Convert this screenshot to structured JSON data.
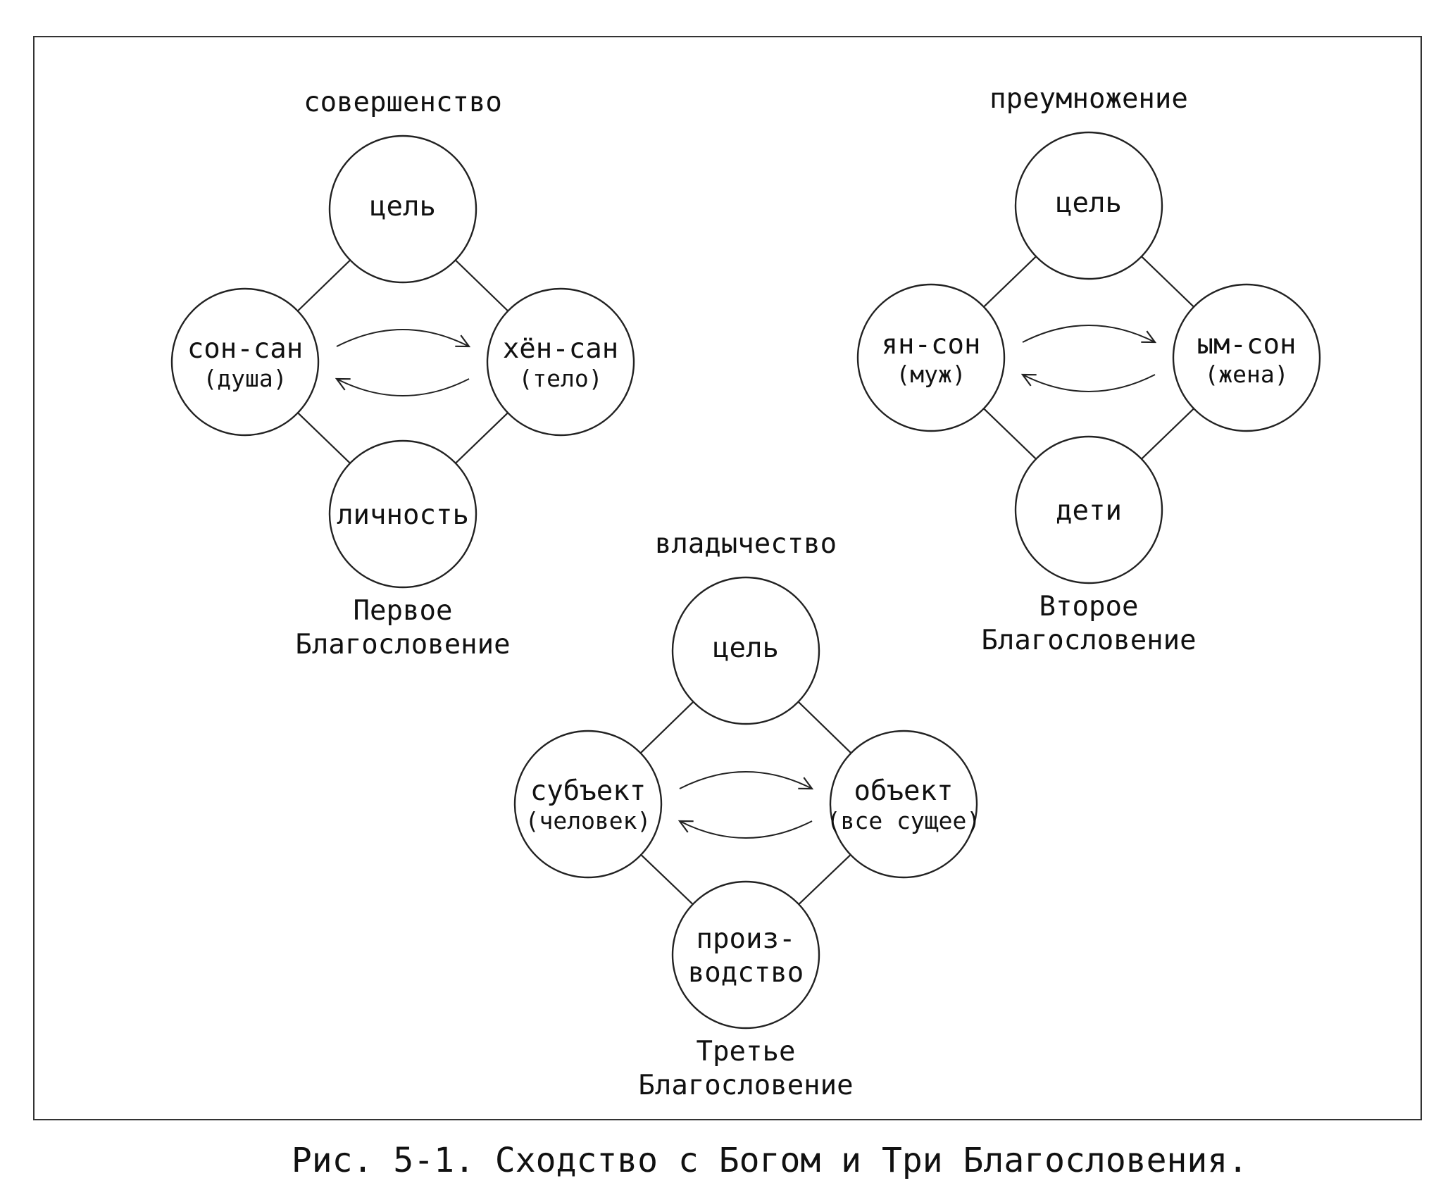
{
  "diagrams": [
    {
      "id": "first",
      "heading": "совершенство",
      "top": "цель",
      "left": {
        "main": "сон-сан",
        "sub": "(душа)"
      },
      "right": {
        "main": "хён-сан",
        "sub": "(тело)"
      },
      "bottom": [
        "личность"
      ],
      "caption": [
        "Первое",
        "Благословение"
      ]
    },
    {
      "id": "second",
      "heading": "преумножение",
      "top": "цель",
      "left": {
        "main": "ян-сон",
        "sub": "(муж)"
      },
      "right": {
        "main": "ым-сон",
        "sub": "(жена)"
      },
      "bottom": [
        "дети"
      ],
      "caption": [
        "Второе",
        "Благословение"
      ]
    },
    {
      "id": "third",
      "heading": "владычество",
      "top": "цель",
      "left": {
        "main": "субъект",
        "sub": "(человек)"
      },
      "right": {
        "main": "объект",
        "sub": "(все сущее)"
      },
      "bottom": [
        "произ-",
        "водство"
      ],
      "caption": [
        "Третье",
        "Благословение"
      ]
    }
  ],
  "figure_caption": "Рис. 5-1. Сходство с Богом и Три Благословения."
}
